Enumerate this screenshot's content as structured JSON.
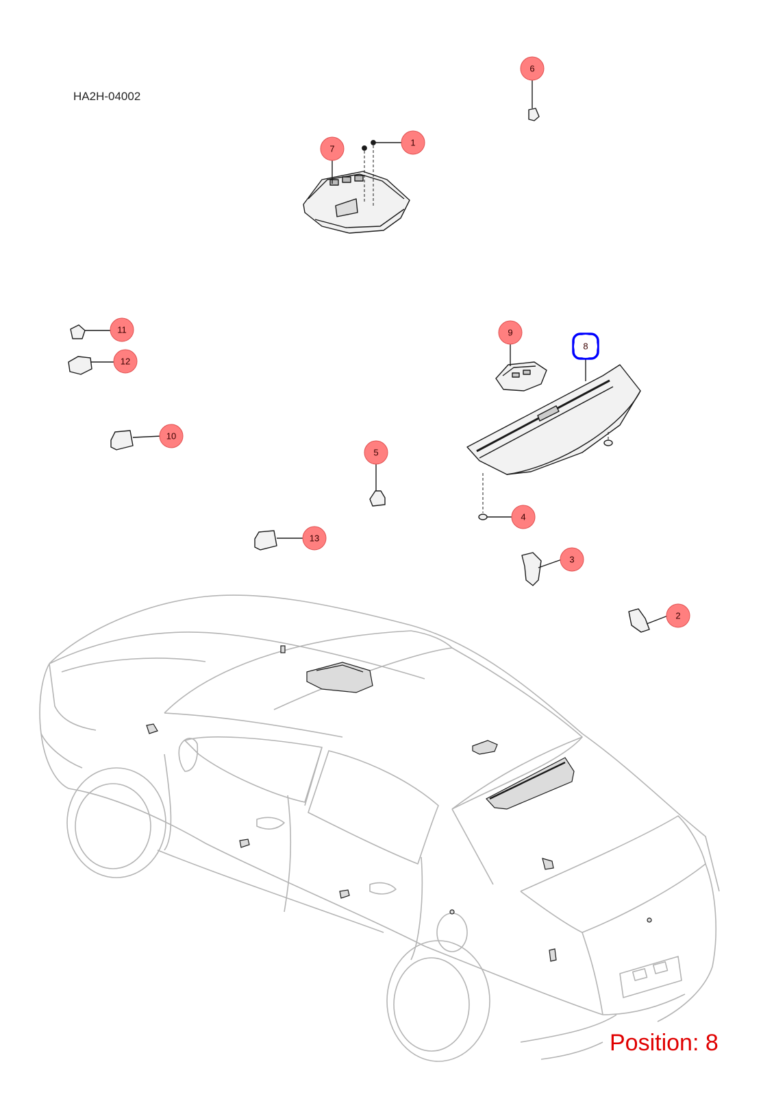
{
  "diagram": {
    "reference_code": "HA2H-04002",
    "position_label": "Position: 8",
    "selected_callout": "8",
    "colors": {
      "callout_fill": "#ff7f7f",
      "callout_stroke": "#e05050",
      "highlight": "#0000ff",
      "position_text": "#e00000",
      "part_line": "#1a1a1a",
      "car_line": "#b4b4b4"
    },
    "callouts": [
      {
        "number": "1"
      },
      {
        "number": "2"
      },
      {
        "number": "3"
      },
      {
        "number": "4"
      },
      {
        "number": "5"
      },
      {
        "number": "6"
      },
      {
        "number": "7"
      },
      {
        "number": "8"
      },
      {
        "number": "9"
      },
      {
        "number": "10"
      },
      {
        "number": "11"
      },
      {
        "number": "12"
      },
      {
        "number": "13"
      }
    ]
  }
}
